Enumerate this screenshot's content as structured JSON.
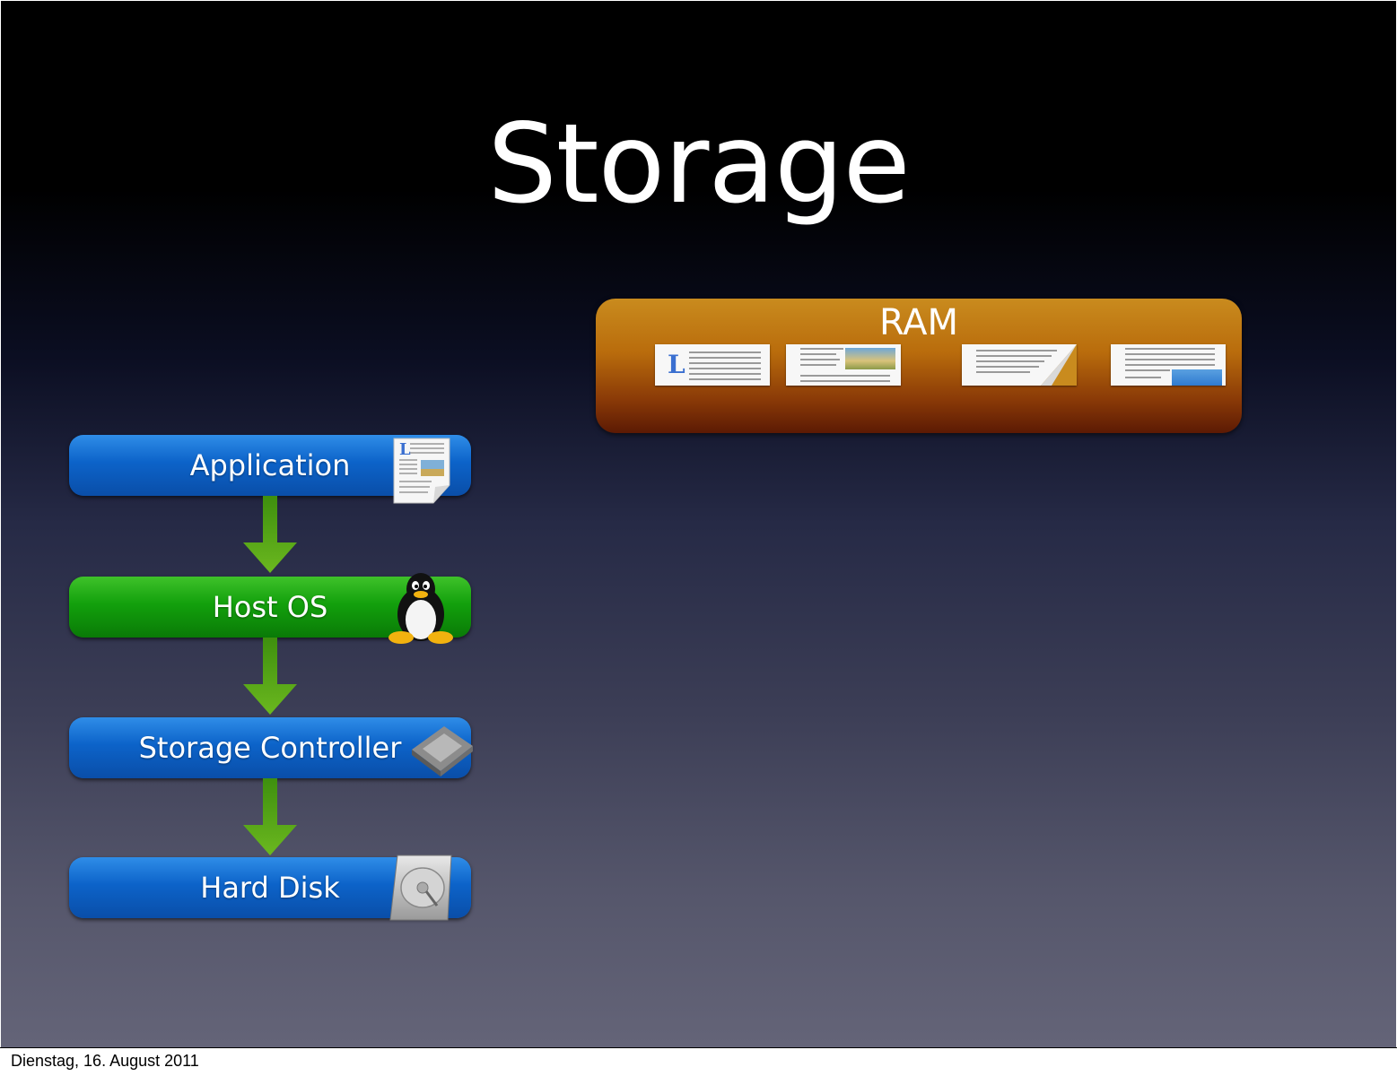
{
  "slide": {
    "title": "Storage",
    "ram": {
      "label": "RAM",
      "pages": [
        "document-page-1-icon",
        "document-page-2-icon",
        "document-page-3-icon",
        "document-page-4-icon"
      ]
    },
    "layers": [
      {
        "label": "Application",
        "icon": "document-icon",
        "color": "#0c63c9"
      },
      {
        "label": "Host OS",
        "icon": "tux-penguin-icon",
        "color": "#12a00c"
      },
      {
        "label": "Storage Controller",
        "icon": "chip-icon",
        "color": "#0c63c9"
      },
      {
        "label": "Hard Disk",
        "icon": "hard-disk-icon",
        "color": "#0c63c9"
      }
    ],
    "arrow_color": "#5fa818"
  },
  "footer": {
    "date": "Dienstag, 16. August 2011"
  }
}
